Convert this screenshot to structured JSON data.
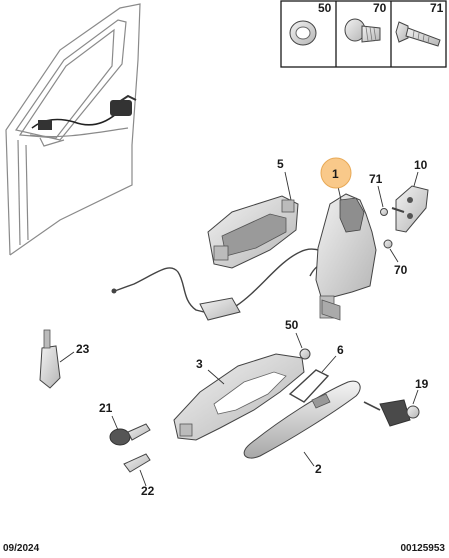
{
  "legend_box": {
    "items": [
      {
        "number": "50",
        "icon": "grommet-icon"
      },
      {
        "number": "70",
        "icon": "screw-icon"
      },
      {
        "number": "71",
        "icon": "bolt-icon"
      }
    ]
  },
  "parts": [
    {
      "number": "1",
      "highlighted": true
    },
    {
      "number": "2"
    },
    {
      "number": "3"
    },
    {
      "number": "5"
    },
    {
      "number": "6"
    },
    {
      "number": "10"
    },
    {
      "number": "19"
    },
    {
      "number": "21"
    },
    {
      "number": "22"
    },
    {
      "number": "23"
    },
    {
      "number": "50"
    },
    {
      "number": "70"
    },
    {
      "number": "71"
    }
  ],
  "footer": {
    "date": "09/2024",
    "reference": "00125953"
  },
  "colors": {
    "highlight": "#f9c98a",
    "line": "#3a3a3a",
    "part_fill": "#d9d9d9"
  }
}
